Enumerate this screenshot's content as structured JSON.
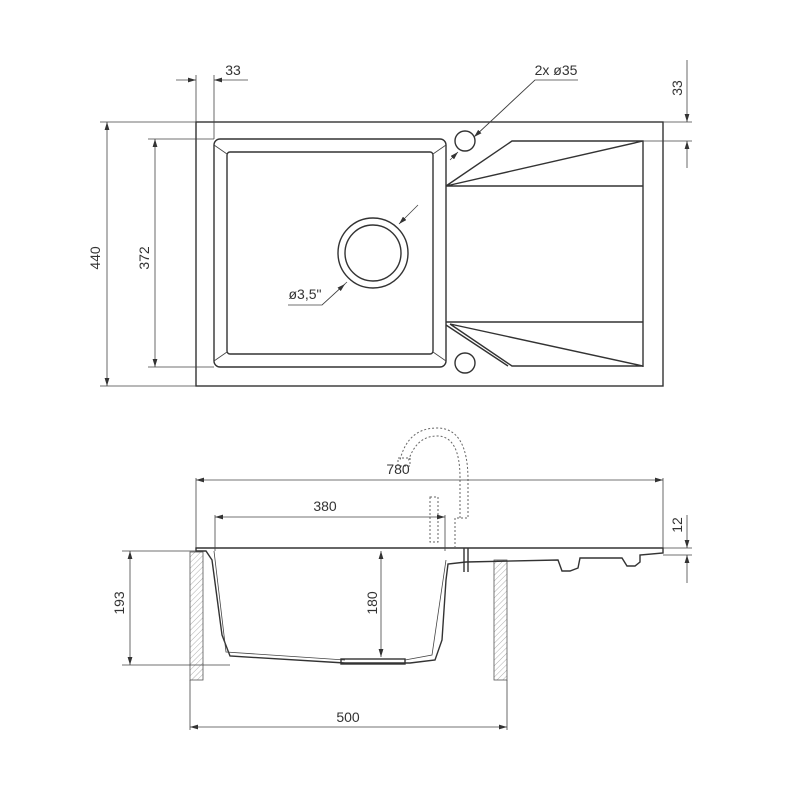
{
  "top_view": {
    "width_offset_left": "33",
    "tap_holes": "2x ø35",
    "offset_top_right": "33",
    "total_depth": "440",
    "bowl_depth": "372",
    "drain": "ø3,5\""
  },
  "side_view": {
    "total_length": "780",
    "bowl_width": "380",
    "rim_thickness": "12",
    "bowl_height": "180",
    "total_height": "193",
    "cabinet_width": "500"
  }
}
